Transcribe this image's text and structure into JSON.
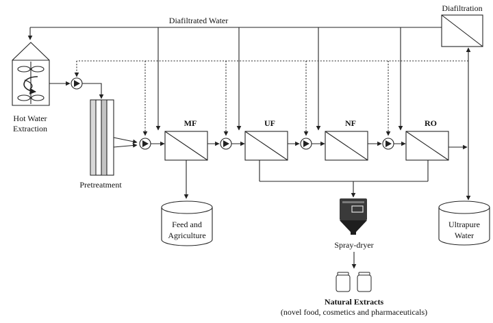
{
  "labels": {
    "diafiltrated_water": "Diafiltrated Water",
    "diafiltration": "Diafiltration",
    "hot_water_line1": "Hot Water",
    "hot_water_line2": "Extraction",
    "pretreatment": "Pretreatment",
    "feed_line1": "Feed and",
    "feed_line2": "Agriculture",
    "ultrapure_line1": "Ultrapure",
    "ultrapure_line2": "Water",
    "spray_dryer": "Spray-dryer",
    "natural_extracts": "Natural Extracts",
    "natural_extracts_note": "(novel food, cosmetics and pharmaceuticals)"
  },
  "stages": [
    "MF",
    "UF",
    "NF",
    "RO"
  ]
}
